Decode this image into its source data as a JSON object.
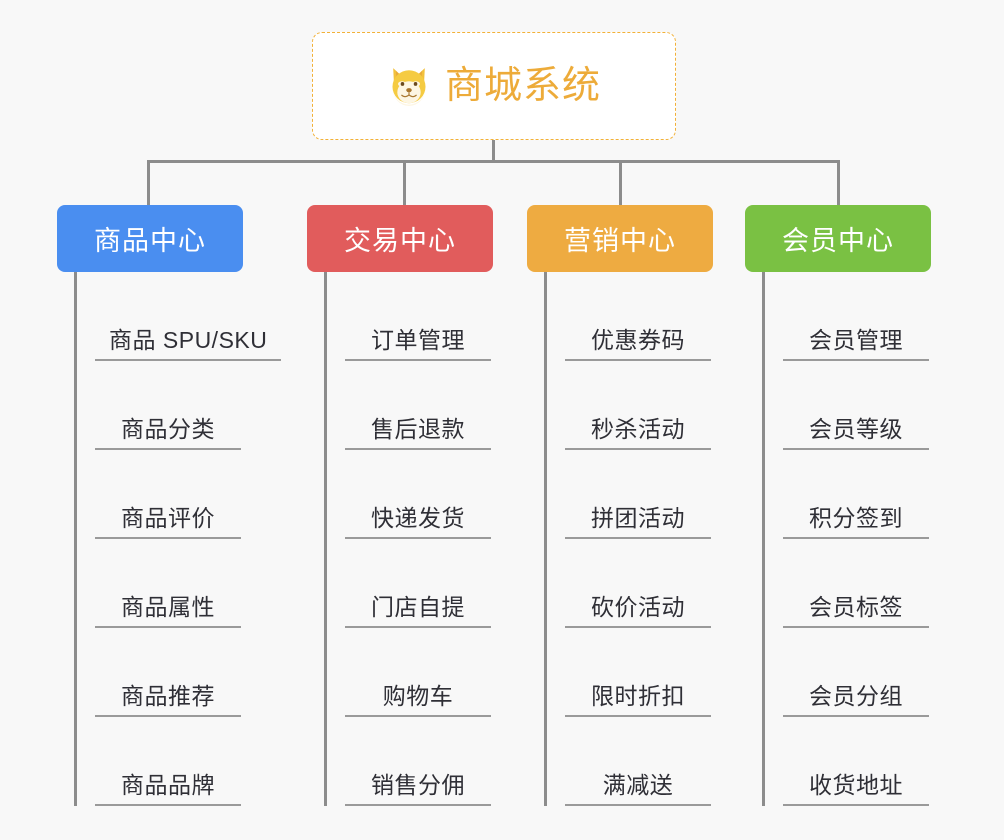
{
  "background_color": "#f8f8f8",
  "root": {
    "title": "商城系统",
    "icon": "shiba-dog-face-icon",
    "text_color": "#edab39",
    "border_color": "#f2b138"
  },
  "connector_color": "#8c8c8c",
  "categories": [
    {
      "label": "商品中心",
      "color": "#4a8ef0",
      "items": [
        "商品 SPU/SKU",
        "商品分类",
        "商品评价",
        "商品属性",
        "商品推荐",
        "商品品牌"
      ]
    },
    {
      "label": "交易中心",
      "color": "#e15c5c",
      "items": [
        "订单管理",
        "售后退款",
        "快递发货",
        "门店自提",
        "购物车",
        "销售分佣"
      ]
    },
    {
      "label": "营销中心",
      "color": "#eeab41",
      "items": [
        "优惠券码",
        "秒杀活动",
        "拼团活动",
        "砍价活动",
        "限时折扣",
        "满减送"
      ]
    },
    {
      "label": "会员中心",
      "color": "#7ac143",
      "items": [
        "会员管理",
        "会员等级",
        "积分签到",
        "会员标签",
        "会员分组",
        "收货地址"
      ]
    }
  ]
}
